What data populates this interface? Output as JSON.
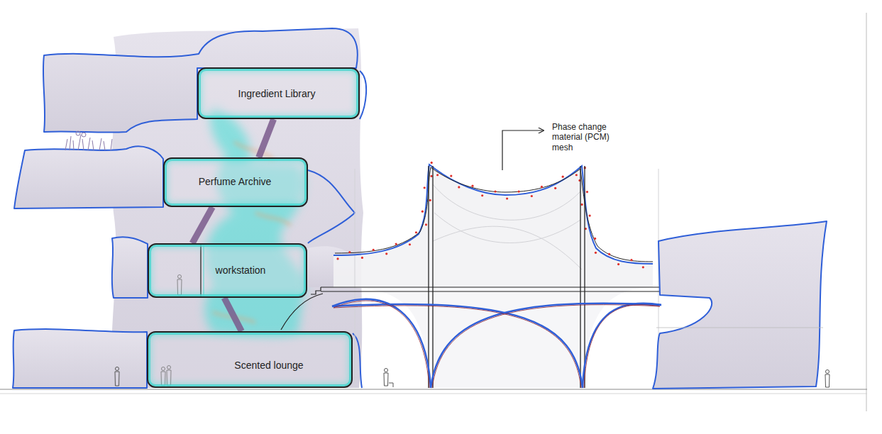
{
  "diagram": {
    "nodes": [
      {
        "text": [
          "Ingredient Library"
        ]
      },
      {
        "text": [
          "Perfume Archive"
        ]
      },
      {
        "text": [
          "workstation"
        ]
      },
      {
        "text": [
          "Scented lounge"
        ]
      }
    ],
    "edges": [
      {
        "from": 0,
        "to": 1,
        "arrow": "none"
      },
      {
        "from": 1,
        "to": 2,
        "arrow": "none"
      },
      {
        "from": 2,
        "to": 3,
        "arrow": "none"
      }
    ],
    "labels": [
      "Phase change material (PCM) mesh"
    ]
  }
}
